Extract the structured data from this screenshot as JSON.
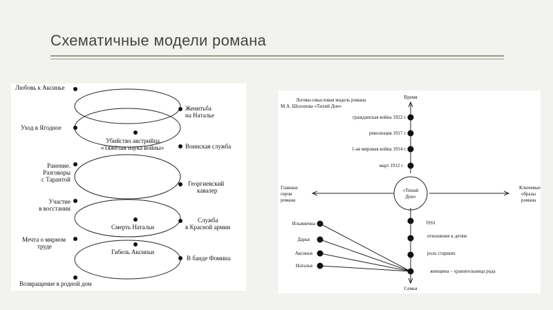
{
  "slide": {
    "title": "Схематичные модели романа"
  },
  "left": {
    "left_labels": {
      "love": "Любовь к Аксинье",
      "yagodnoe": "Уход в Ягодное",
      "wound_1": "Ранение.",
      "wound_2": "Разговоры",
      "wound_3": "с Тарантой",
      "uprising_1": "Участие",
      "uprising_2": "в восстании",
      "dream_1": "Мечта о мирном",
      "dream_2": "труде",
      "return": "Возвращение в родной дом"
    },
    "right_labels": {
      "wedding_1": "Женитьба",
      "wedding_2": "на Наталье",
      "military": "Воинская служба",
      "cavalier_1": "Георгиевский",
      "cavalier_2": "кавалер",
      "red_army_1": "Служба",
      "red_army_2": "в Красной армии",
      "fomin": "В банде Фомина"
    },
    "middle_labels": {
      "murder_1": "Убийство австрийца.",
      "murder_2": "«Тяжёлая наука войны»",
      "natalia_death": "Смерть Натальи",
      "aksinya_death": "Гибель Аксиньи"
    }
  },
  "right": {
    "caption_1": "Логико-смысловая модель романа",
    "caption_2": "М.А. Шолохова «Тихий Дон»",
    "axis_top": "Время",
    "axis_bottom": "Семья",
    "axis_left_1": "Главные",
    "axis_left_2": "герои",
    "axis_left_3": "романа",
    "axis_right_1": "Ключевые",
    "axis_right_2": "образы",
    "axis_right_3": "романа",
    "center_1": "«Тихий",
    "center_2": "Дон»",
    "time_points": [
      "гражданская война 1922 г.",
      "революция 1917 г.",
      "1-ая мировая война 1914 г.",
      "март 1912 г."
    ],
    "family_points": [
      "труд",
      "отношение к детям",
      "роль старших",
      "женщина – хранительница рода"
    ],
    "heroes": [
      "Ильинична",
      "Дарья",
      "Аксинья",
      "Наталья"
    ]
  }
}
